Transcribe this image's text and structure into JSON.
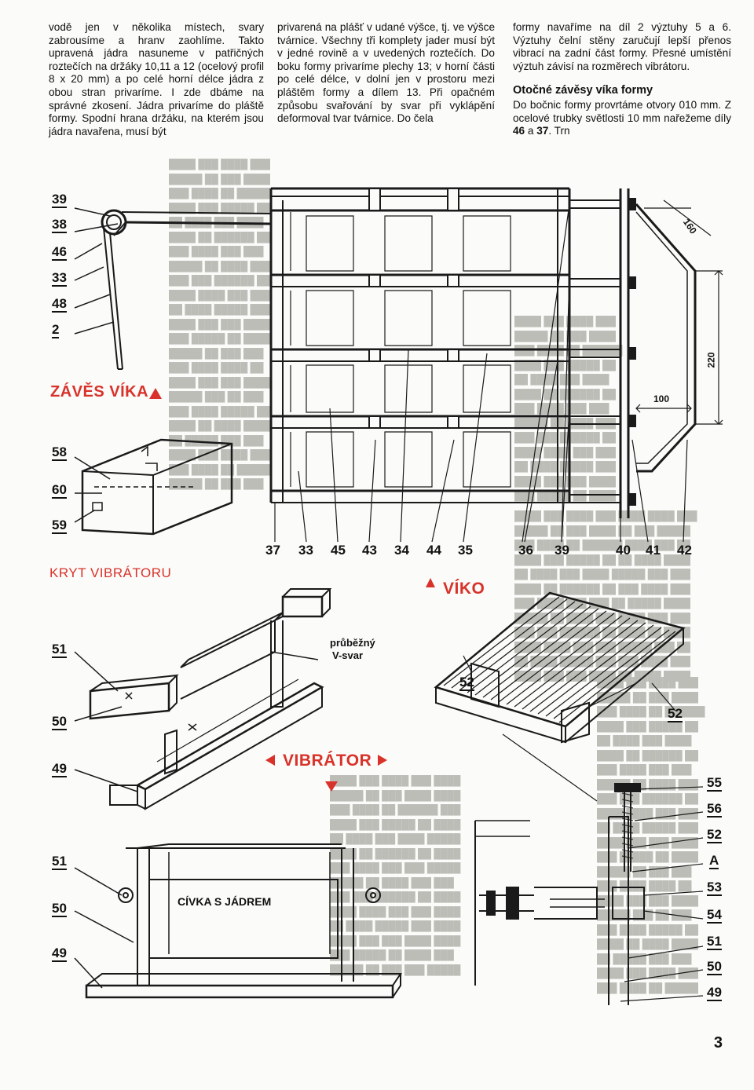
{
  "columns": {
    "col1": "vodě jen v několika místech, svary zabrousíme a hranv zaohlíme. Takto upravená jádra nasuneme v patřičných roztečích na držáky 10,11 a 12 (ocelový profil 8 x 20 mm) a po celé horní délce jádra z obou stran privaríme. I zde dbáme na správné zkosení. Jádra privaríme do pláště formy. Spodní hrana držáku, na kterém jsou jádra navařena, musí být",
    "col2": "privarená na plášť v udané výšce, tj. ve výšce tvárnice. Všechny tři komplety jader musí být v jedné rovině a v uvedených roztečích. Do boku formy privaríme plechy 13; v horní části po celé délce, v dolní jen v prostoru mezi pláštěm formy a dílem 13. Při opačném způsobu svařování by svar při vyklápění deformoval tvar tvárnice. Do čela",
    "col3_para1": "formy navaříme na díl 2 výztuhy 5 a 6. Výztuhy čelní stěny zaručují lepší přenos vibrací na zadní část formy. Přesné umístění výztuh závisí na rozměrech vibrátoru.",
    "col3_heading": "Otočné závěsy víka formy",
    "col3_para2_before": "Do bočnic formy provrtáme otvory 010 mm. Z ocelové trubky světlosti 10 mm nařežeme díly ",
    "col3_bold1": "46",
    "col3_mid": " a ",
    "col3_bold2": "37",
    "col3_after": ". Trn"
  },
  "section_titles": {
    "zaves": "ZÁVĚS VÍKA",
    "kryt": "KRYT VIBRÁTORU",
    "viko": "VÍKO",
    "vibrator": "VIBRÁTOR"
  },
  "diagram_labels": {
    "civka": "CÍVKA S JÁDREM",
    "svar_1": "průběžný",
    "svar_2": "V-svar",
    "dim_160": "160",
    "dim_220": "220",
    "dim_100": "100"
  },
  "part_numbers": {
    "left_top": [
      "39",
      "38",
      "46",
      "33",
      "48",
      "2"
    ],
    "left_kryt": [
      "58",
      "60",
      "59"
    ],
    "left_vibr": [
      "51",
      "50",
      "49"
    ],
    "left_coil": [
      "51",
      "50",
      "49"
    ],
    "bottom_row": [
      "37",
      "33",
      "45",
      "43",
      "34",
      "44",
      "35",
      "36",
      "39",
      "40",
      "41",
      "42"
    ],
    "viko": [
      "52",
      "52"
    ],
    "right_col": [
      "55",
      "56",
      "52",
      "A",
      "53",
      "54",
      "51",
      "50",
      "49"
    ]
  },
  "page_number": "3",
  "colors": {
    "accent_red": "#d8322a",
    "ink": "#111111",
    "paper": "#fbfbf9"
  }
}
